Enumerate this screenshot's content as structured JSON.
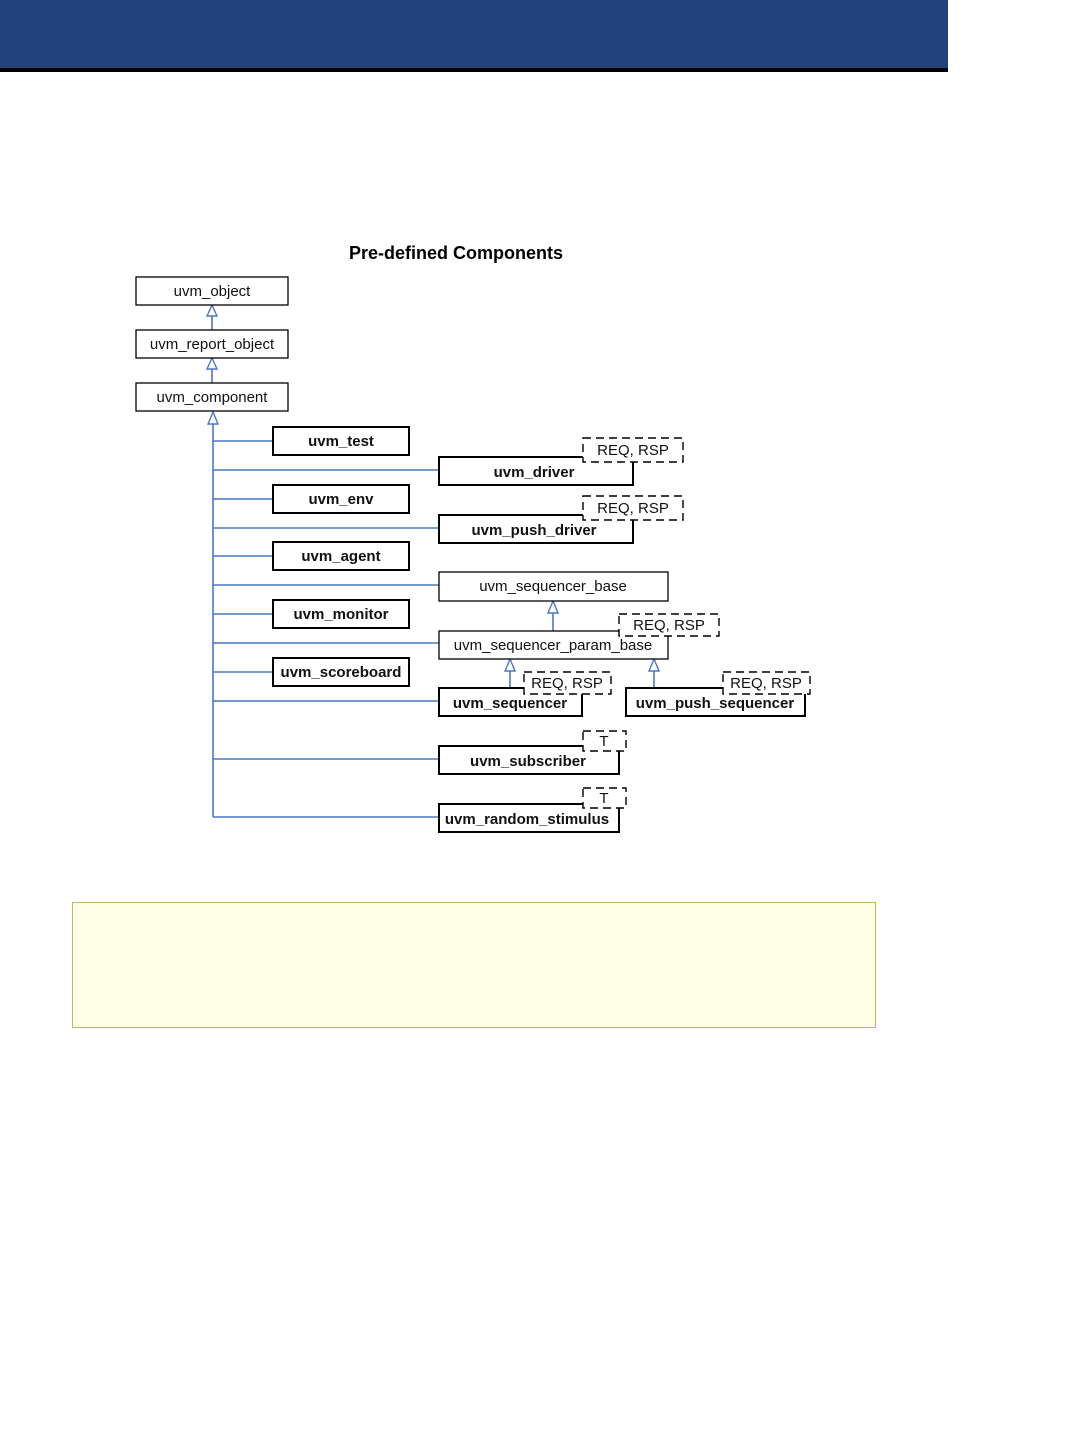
{
  "diagram": {
    "title": "Pre-defined Components",
    "nodes": {
      "uvm_object": "uvm_object",
      "uvm_report_object": "uvm_report_object",
      "uvm_component": "uvm_component",
      "uvm_test": "uvm_test",
      "uvm_driver": "uvm_driver",
      "uvm_env": "uvm_env",
      "uvm_push_driver": "uvm_push_driver",
      "uvm_agent": "uvm_agent",
      "uvm_sequencer_base": "uvm_sequencer_base",
      "uvm_monitor": "uvm_monitor",
      "uvm_sequencer_param_base": "uvm_sequencer_param_base",
      "uvm_scoreboard": "uvm_scoreboard",
      "uvm_sequencer": "uvm_sequencer",
      "uvm_push_sequencer": "uvm_push_sequencer",
      "uvm_subscriber": "uvm_subscriber",
      "uvm_random_stimulus": "uvm_random_stimulus"
    },
    "params": {
      "req_rsp": "REQ, RSP",
      "t": "T"
    }
  },
  "colors": {
    "banner": "#22427e",
    "connector": "#4a78c4",
    "note_background": "#fefee5",
    "note_border": "#b8bc59"
  }
}
